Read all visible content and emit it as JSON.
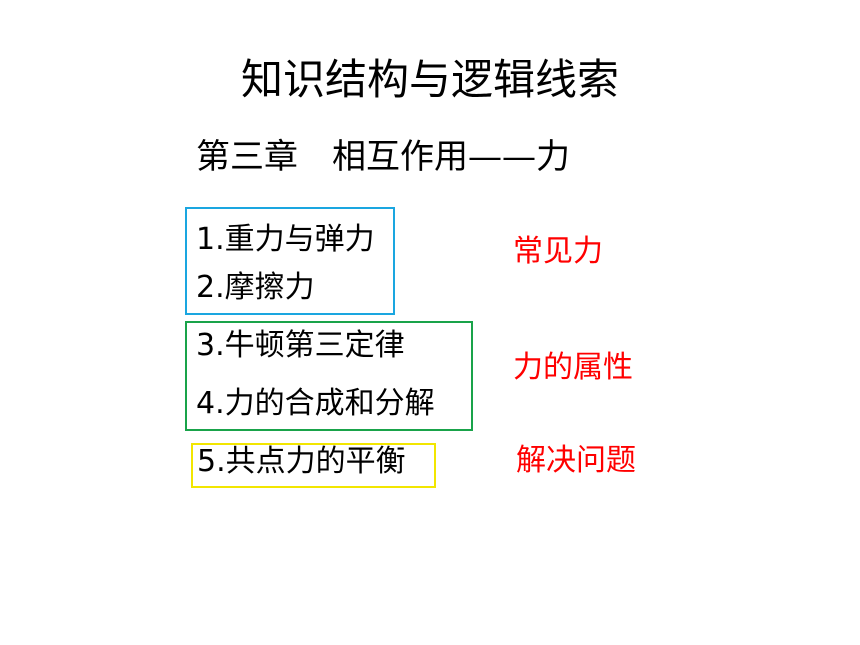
{
  "slide": {
    "title": "知识结构与逻辑线索",
    "chapter": {
      "label": "第三章",
      "topic": "相互作用——力"
    }
  },
  "groups": [
    {
      "border_color": "#1aa6e0",
      "category_color": "#ff0000",
      "category": "常见力",
      "items": [
        "1.重力与弹力",
        "2.摩擦力"
      ]
    },
    {
      "border_color": "#19a34a",
      "category_color": "#ff0000",
      "category": "力的属性",
      "items": [
        "3.牛顿第三定律",
        "4.力的合成和分解"
      ]
    },
    {
      "border_color": "#f2e600",
      "category_color": "#ff0000",
      "category": "解决问题",
      "items": [
        "5.共点力的平衡"
      ]
    }
  ]
}
